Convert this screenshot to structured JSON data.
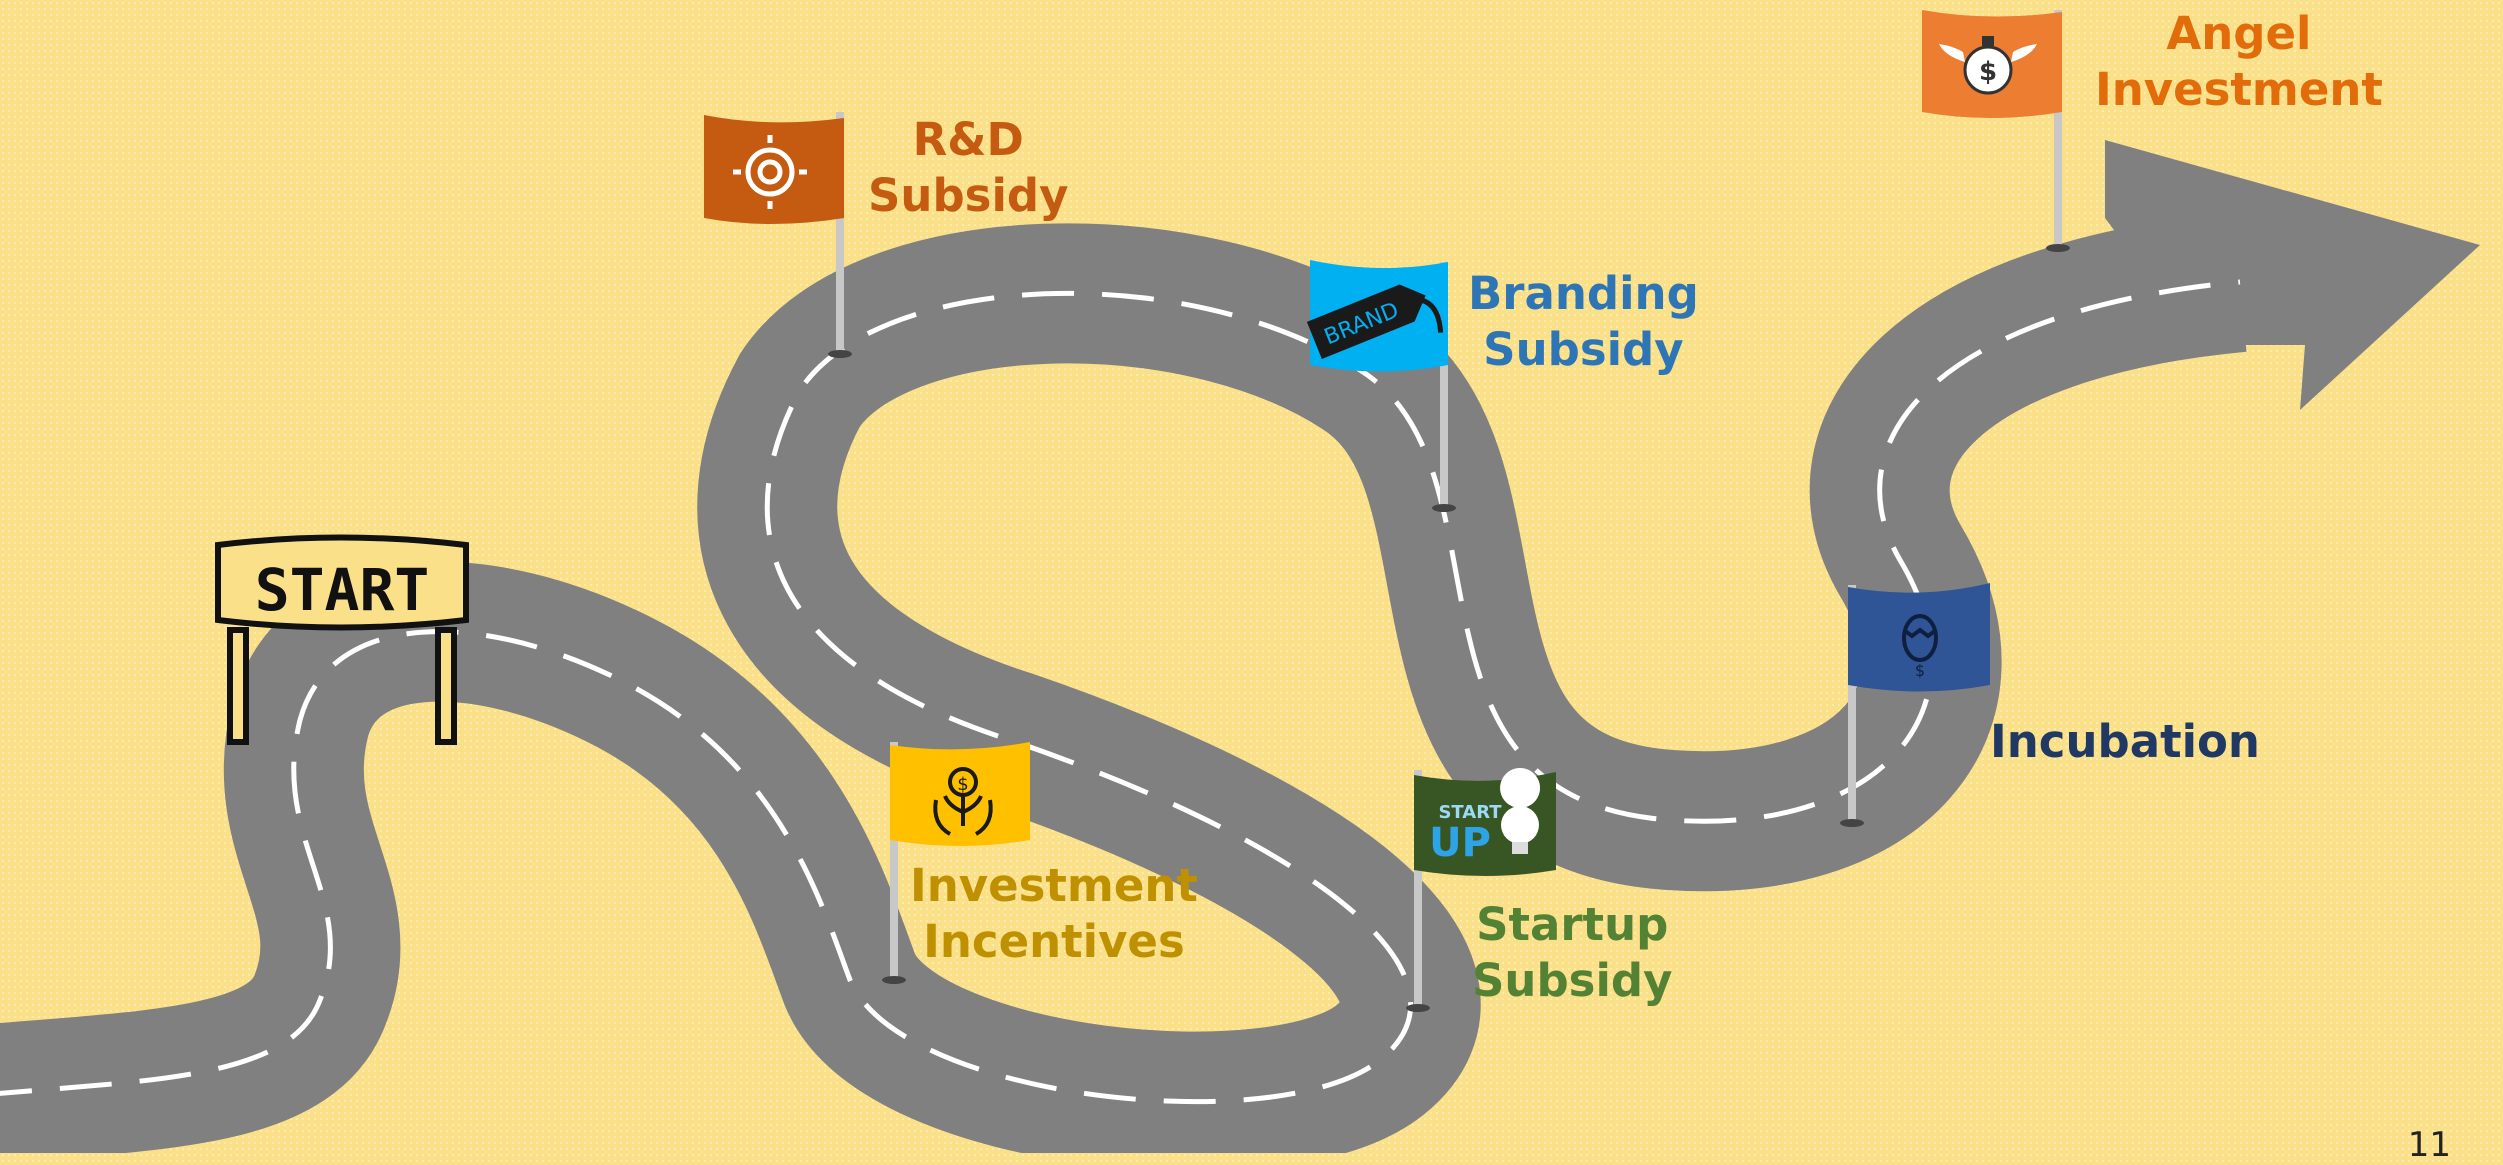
{
  "slide": {
    "page_number": "11"
  },
  "start_sign": {
    "text": "START",
    "icon": "start-sign-icon"
  },
  "milestones": [
    {
      "id": "rd",
      "lines": [
        "R&D",
        "Subsidy"
      ],
      "color": "#c55a11",
      "icon": "gear-touch-icon"
    },
    {
      "id": "branding",
      "lines": [
        "Branding",
        "Subsidy"
      ],
      "color": "#2e75b6",
      "icon": "brand-tag-icon",
      "flag_color": "#00b0f0"
    },
    {
      "id": "angel",
      "lines": [
        "Angel",
        "Investment"
      ],
      "color": "#e36c0a",
      "icon": "winged-coin-icon",
      "flag_color": "#ed7d31"
    },
    {
      "id": "investment",
      "lines": [
        "Investment",
        "Incentives"
      ],
      "color": "#bf9000",
      "icon": "money-plant-hands-icon",
      "flag_color": "#ffc000"
    },
    {
      "id": "startup",
      "lines": [
        "Startup",
        "Subsidy"
      ],
      "color": "#548235",
      "icon": "startup-bulb-icon",
      "flag_color": "#375623",
      "flag_text_top": "START",
      "flag_text_bottom": "UP"
    },
    {
      "id": "incubation",
      "lines": [
        "Incubation"
      ],
      "color": "#1f3864",
      "icon": "incubation-egg-icon",
      "flag_color": "#2f5597"
    }
  ],
  "road": {
    "color": "#808080",
    "dash_color": "#ffffff",
    "icon": "road-arrow-icon"
  }
}
